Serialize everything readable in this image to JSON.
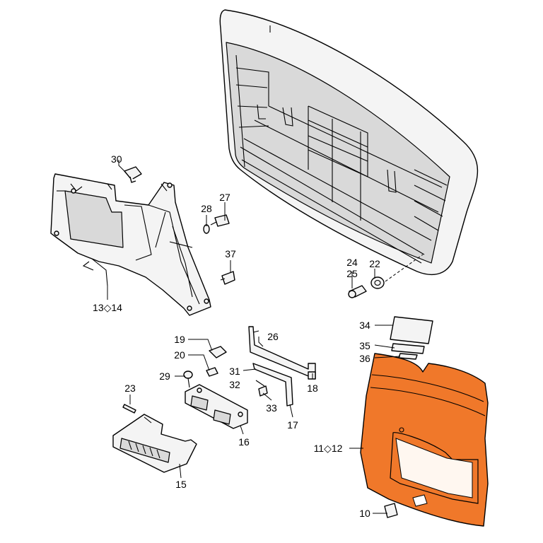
{
  "diagram": {
    "highlight_color": "#f0782a",
    "callouts": [
      {
        "id": "c30",
        "text": "30"
      },
      {
        "id": "c27",
        "text": "27"
      },
      {
        "id": "c28",
        "text": "28"
      },
      {
        "id": "c37",
        "text": "37"
      },
      {
        "id": "c13_14",
        "text": "13◇14"
      },
      {
        "id": "c24",
        "text": "24"
      },
      {
        "id": "c25",
        "text": "25"
      },
      {
        "id": "c22",
        "text": "22"
      },
      {
        "id": "c34",
        "text": "34"
      },
      {
        "id": "c35",
        "text": "35"
      },
      {
        "id": "c36",
        "text": "36"
      },
      {
        "id": "c19",
        "text": "19"
      },
      {
        "id": "c20",
        "text": "20"
      },
      {
        "id": "c26",
        "text": "26"
      },
      {
        "id": "c29",
        "text": "29"
      },
      {
        "id": "c31",
        "text": "31"
      },
      {
        "id": "c32",
        "text": "32"
      },
      {
        "id": "c18",
        "text": "18"
      },
      {
        "id": "c23",
        "text": "23"
      },
      {
        "id": "c33",
        "text": "33"
      },
      {
        "id": "c17",
        "text": "17"
      },
      {
        "id": "c16",
        "text": "16"
      },
      {
        "id": "c15",
        "text": "15"
      },
      {
        "id": "c11_12",
        "text": "11◇12"
      },
      {
        "id": "c10",
        "text": "10"
      }
    ]
  }
}
